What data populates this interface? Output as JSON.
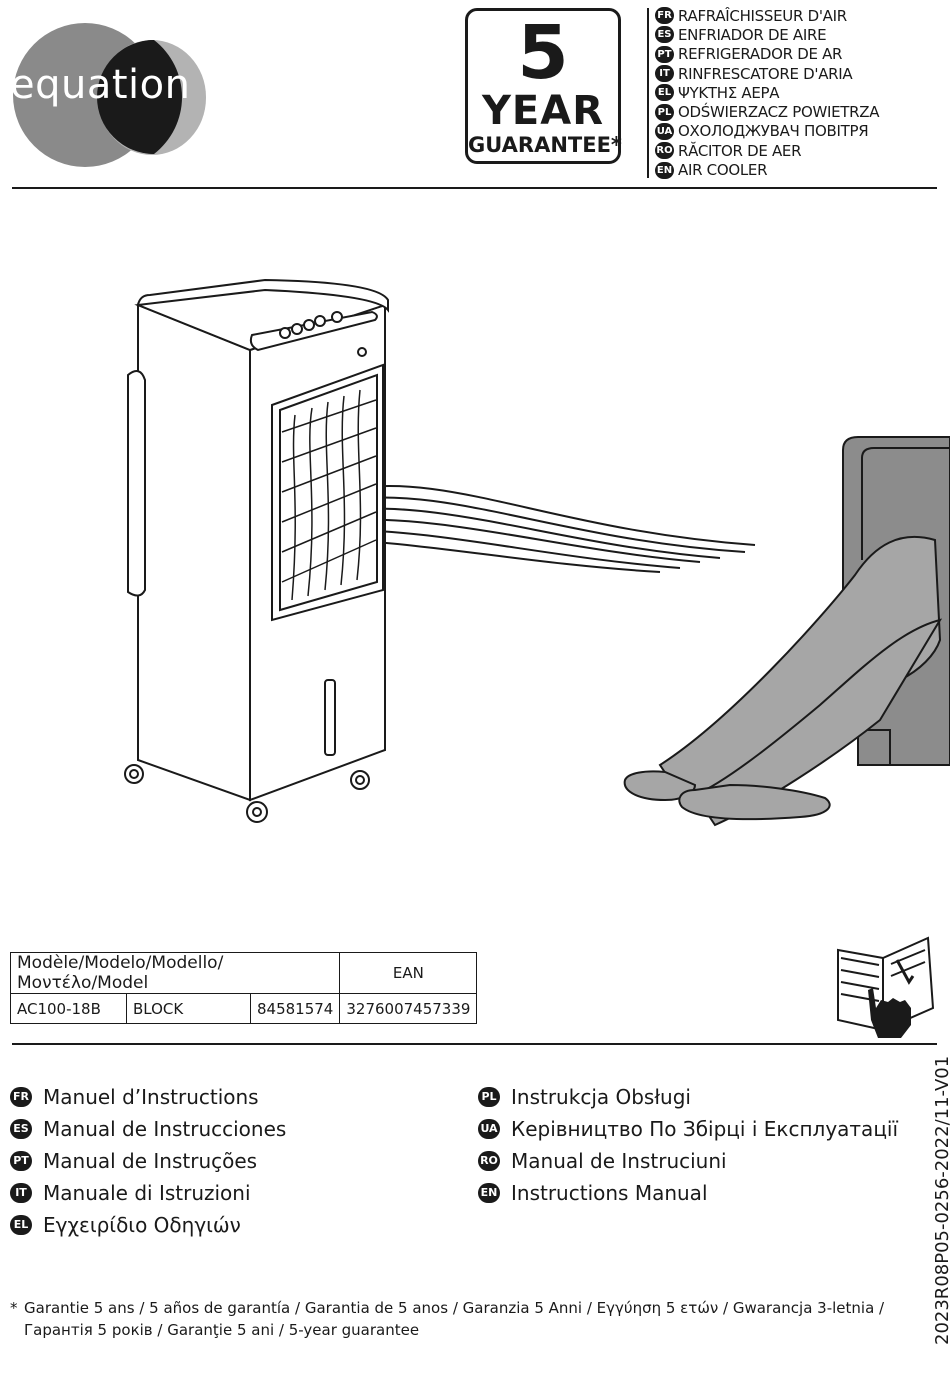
{
  "brand": {
    "logo_text": "equation"
  },
  "guarantee": {
    "number": "5",
    "unit": "YEAR",
    "label": "GUARANTEE*"
  },
  "product_languages": [
    {
      "code": "FR",
      "name": "RAFRAÎCHISSEUR D'AIR"
    },
    {
      "code": "ES",
      "name": "ENFRIADOR DE AIRE"
    },
    {
      "code": "PT",
      "name": "REFRIGERADOR DE AR"
    },
    {
      "code": "IT",
      "name": "RINFRESCATORE D'ARIA"
    },
    {
      "code": "EL",
      "name": "ΨΥΚΤΗΣ ΑΕΡΑ"
    },
    {
      "code": "PL",
      "name": "ODŚWIERZACZ POWIETRZA"
    },
    {
      "code": "UA",
      "name": "ОХОЛОДЖУВАЧ ПОВІТРЯ"
    },
    {
      "code": "RO",
      "name": "RĂCITOR DE AER"
    },
    {
      "code": "EN",
      "name": "AIR COOLER"
    }
  ],
  "product_table": {
    "header_model": "Modèle/Modelo/Modello/Μοντέλο/Model",
    "header_ean": "EAN",
    "model": "AC100-18B",
    "color": "BLOCK",
    "reference": "84581574",
    "ean": "3276007457339"
  },
  "manuals": [
    {
      "code": "FR",
      "title": "Manuel d’Instructions"
    },
    {
      "code": "ES",
      "title": "Manual de Instrucciones"
    },
    {
      "code": "PT",
      "title": "Manual de Instruções"
    },
    {
      "code": "IT",
      "title": "Manuale di Istruzioni"
    },
    {
      "code": "EL",
      "title": "Εγχειρίδιο Οδηγιών"
    },
    {
      "code": "PL",
      "title": "Instrukcja Obsługi"
    },
    {
      "code": "UA",
      "title": "Керівництво По Збірці і Експлуатації"
    },
    {
      "code": "RO",
      "title": "Manual de Instruciuni"
    },
    {
      "code": "EN",
      "title": "Instructions Manual"
    }
  ],
  "footnote": {
    "marker": "*",
    "text": "Garantie 5 ans / 5 años de garantía / Garantia de 5 anos / Garanzia 5 Anni / Εγγύηση 5 ετών / Gwarancja 3-letnia / Гарантія 5 років / Garanţie 5 ani / 5-year guarantee"
  },
  "document_code": "2023R08P05-0256-2022/11-V01",
  "colors": {
    "ink": "#1a1a1a",
    "logo_light": "#b3b3b3",
    "logo_mid": "#8a8a8a",
    "sofa": "#8c8c8c",
    "pants": "#a6a6a6"
  }
}
